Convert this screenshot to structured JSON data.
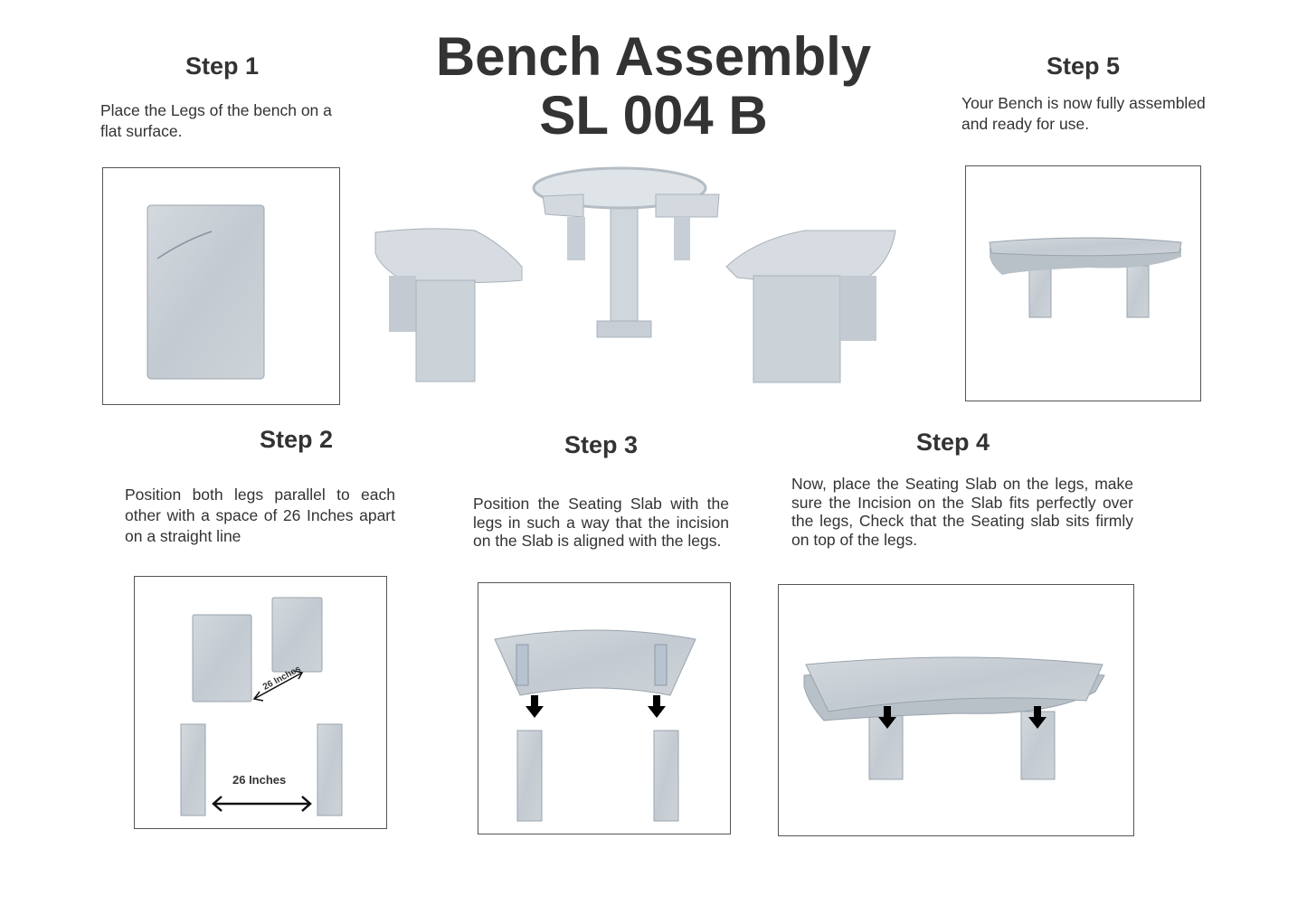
{
  "title": {
    "line1": "Bench  Assembly",
    "line2": "SL 004 B"
  },
  "steps": [
    {
      "heading": "Step 1",
      "text": "Place the Legs of the bench on a flat surface."
    },
    {
      "heading": "Step 2",
      "text": "Position both legs parallel to each other with a space of 26 Inches apart on a straight line",
      "diagram_labels": {
        "diagonal": "26 Inches",
        "horizontal": "26 Inches"
      }
    },
    {
      "heading": "Step 3",
      "text": "Position the Seating Slab with the legs in such a way that the incision on the Slab is aligned  with  the  legs."
    },
    {
      "heading": "Step 4",
      "text": "Now, place the Seating Slab on the legs, make sure the Incision on the Slab fits perfectly over the legs, Check that the Seating slab sits firmly on top of the legs."
    },
    {
      "heading": "Step 5",
      "text": "Your Bench is now fully assembled and ready for use."
    }
  ],
  "colors": {
    "stone": "#c7ced5",
    "stone_edge": "#9aa4ad",
    "text": "#333333"
  }
}
